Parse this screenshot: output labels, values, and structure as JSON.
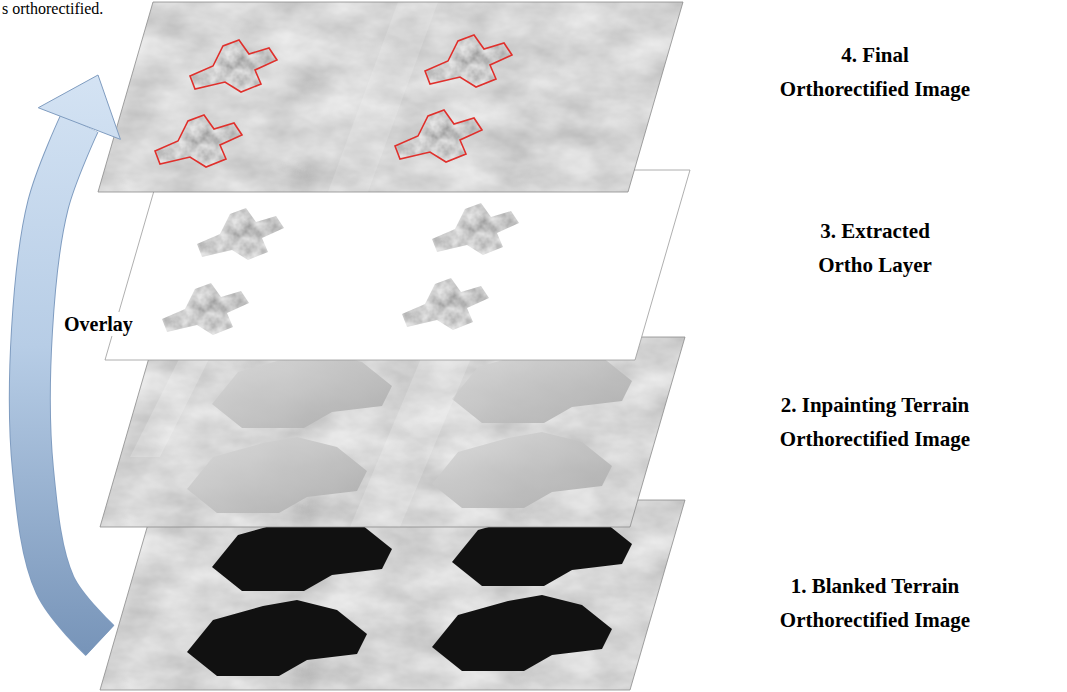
{
  "diagram": {
    "nodes": [
      {
        "text": [
          "4. Final Orthorectified Image"
        ]
      },
      {
        "text": [
          "3. Extracted Ortho Layer"
        ]
      },
      {
        "text": [
          "2. Inpainting Terrain Orthorectified Image"
        ]
      },
      {
        "text": [
          "1. Blanked Terrain Orthorectified Image"
        ]
      }
    ],
    "edges": [
      {
        "from": 3,
        "to": 0,
        "arrow": "to",
        "label": "Overlay"
      }
    ],
    "labels": [
      "s orthorectified."
    ]
  }
}
